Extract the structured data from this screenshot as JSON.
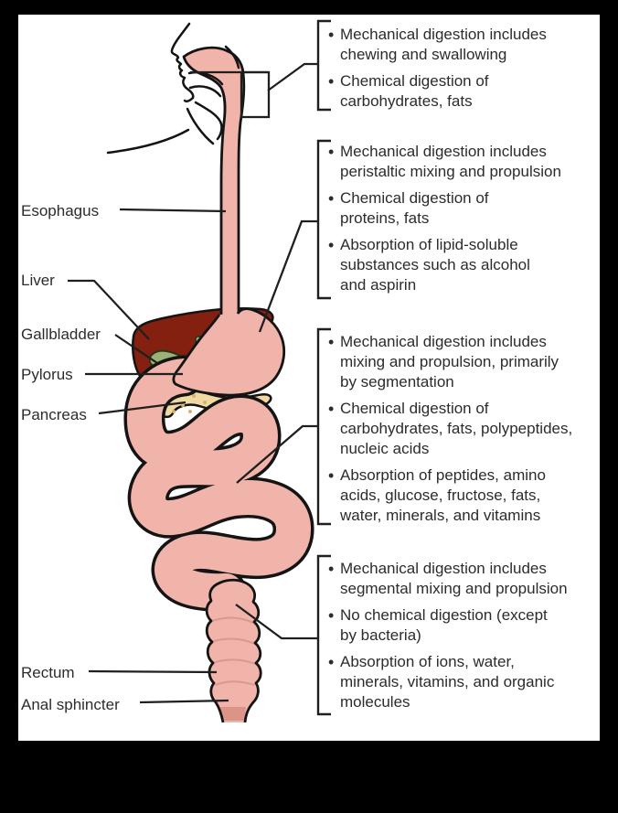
{
  "organ_labels": [
    "Esophagus",
    "Liver",
    "Gallbladder",
    "Pylorus",
    "Pancreas",
    "Rectum",
    "Anal sphincter"
  ],
  "callouts": [
    {
      "region": "mouth-and-pharynx",
      "bullets": [
        {
          "lines": [
            "Mechanical digestion includes",
            "chewing and swallowing"
          ]
        },
        {
          "lines": [
            "Chemical digestion of",
            "carbohydrates, fats"
          ]
        }
      ]
    },
    {
      "region": "esophagus-and-stomach",
      "bullets": [
        {
          "lines": [
            "Mechanical digestion includes",
            "peristaltic mixing and propulsion"
          ]
        },
        {
          "lines": [
            "Chemical digestion of",
            "proteins, fats"
          ]
        },
        {
          "lines": [
            "Absorption of lipid-soluble",
            "substances such as alcohol",
            "and aspirin"
          ]
        }
      ]
    },
    {
      "region": "small-intestine",
      "bullets": [
        {
          "lines": [
            "Mechanical digestion includes",
            "mixing and propulsion, primarily",
            "by segmentation"
          ]
        },
        {
          "lines": [
            "Chemical digestion of",
            "carbohydrates, fats, polypeptides,",
            "nucleic acids"
          ]
        },
        {
          "lines": [
            "Absorption of peptides, amino",
            "acids, glucose, fructose, fats,",
            "water, minerals, and vitamins"
          ]
        }
      ]
    },
    {
      "region": "large-intestine",
      "bullets": [
        {
          "lines": [
            "Mechanical digestion includes",
            "segmental mixing and propulsion"
          ]
        },
        {
          "lines": [
            "No chemical digestion (except",
            "by bacteria)"
          ]
        },
        {
          "lines": [
            "Absorption of ions, water,",
            "minerals, vitamins, and organic",
            "molecules"
          ]
        }
      ]
    }
  ],
  "colors": {
    "frame_background": "#000000",
    "canvas_background": "#ffffff",
    "organ_pink": "#f1b4aa",
    "liver_red": "#83200f",
    "gallbladder_green": "#9cb173",
    "pancreas_yellow": "#f0d9a3",
    "outline_black": "#161616",
    "text_gray": "#2c2c2c"
  }
}
